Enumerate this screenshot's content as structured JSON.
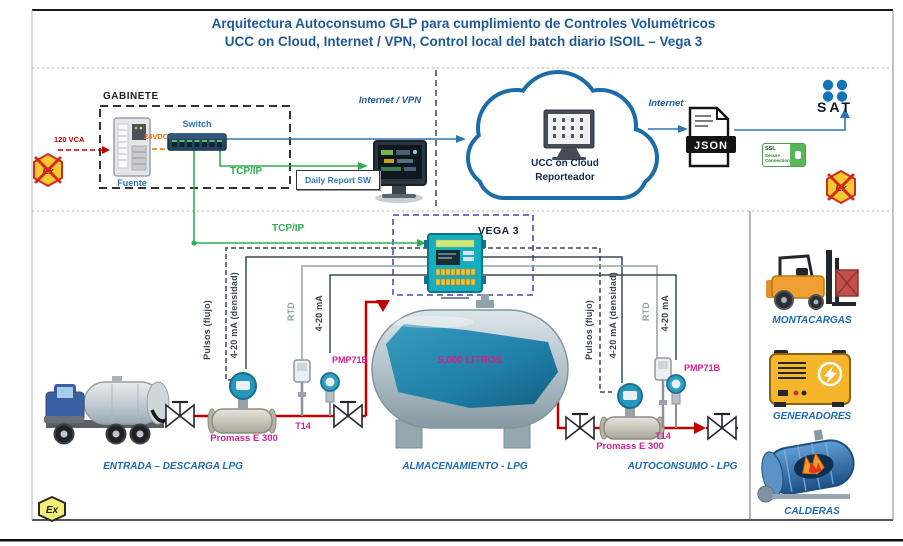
{
  "title": {
    "line1": "Arquitectura Autoconsumo GLP para cumplimiento de Controles Volumétricos",
    "line2": "UCC on Cloud, Internet / VPN, Control local del batch diario ISOIL – Vega 3"
  },
  "network": {
    "gabinete": "GABINETE",
    "fuente": "Fuente",
    "switch": "Switch",
    "tcpip": "TCP/IP",
    "ac": "120 VCA",
    "dc": "24VDC",
    "internet_vpn": "Internet / VPN",
    "daily_report": "Daily Report SW",
    "cloud1": "UCC on Cloud",
    "cloud2": "Reporteador",
    "internet": "Internet",
    "json": "JSON",
    "sat": "SAT",
    "ssl1": "SSL",
    "ssl2": "Secure",
    "ssl3": "Connection"
  },
  "vega": {
    "label": "VEGA 3"
  },
  "signals": {
    "pulsos": "Pulsos (flujo)",
    "densidad": "4-20 mA (densidad)",
    "rtd": "RTD",
    "ma": "4-20 mA"
  },
  "instruments": {
    "promass": "Promass E 300",
    "t14": "T14",
    "pmp": "PMP71B"
  },
  "tank": {
    "capacity": "5,000 LITROS"
  },
  "sections": {
    "entrada": "ENTRADA – DESCARGA LPG",
    "almacenamiento": "ALMACENAMIENTO - LPG",
    "autoconsumo": "AUTOCONSUMO - LPG"
  },
  "equipment": {
    "montacargas": "MONTACARGAS",
    "generadores": "GENERADORES",
    "calderas": "CALDERAS"
  },
  "symbols": {
    "ex": "Ex"
  },
  "colors": {
    "title_blue": "#1E5A96",
    "line_blue": "#2E75B6",
    "green": "#2FAF52",
    "red": "#C00000",
    "magenta": "#D0218F",
    "orange": "#E8700A",
    "cloud_blue": "#1B6CA8",
    "section_blue": "#1E6AB0"
  }
}
